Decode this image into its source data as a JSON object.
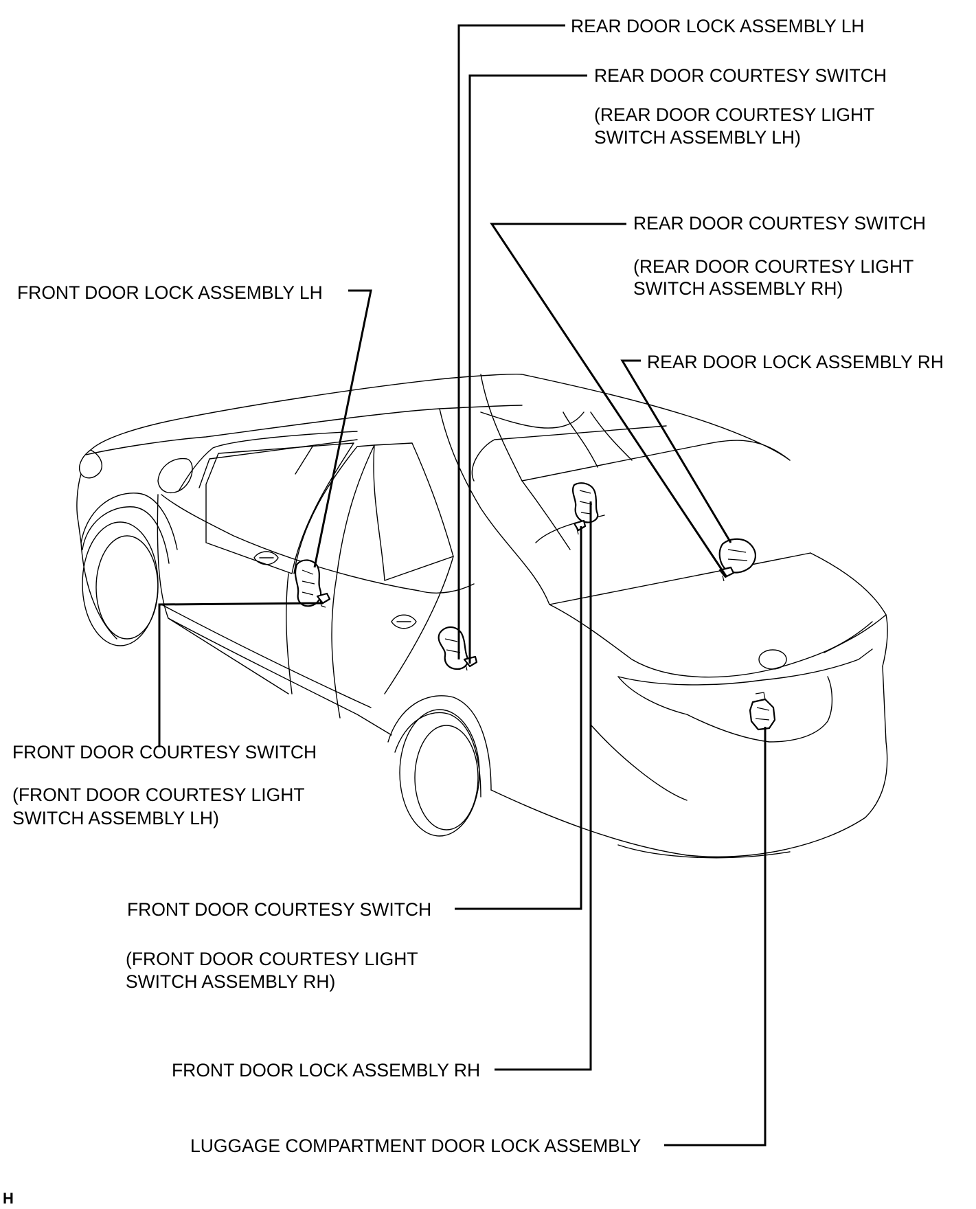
{
  "labels": {
    "rear_lock_lh": "REAR DOOR LOCK ASSEMBLY LH",
    "rear_courtesy_lh": "REAR DOOR COURTESY SWITCH",
    "rear_courtesy_lh_sub1": "(REAR DOOR COURTESY LIGHT",
    "rear_courtesy_lh_sub2": "SWITCH ASSEMBLY LH)",
    "rear_courtesy_rh": "REAR DOOR COURTESY SWITCH",
    "rear_courtesy_rh_sub1": "(REAR DOOR COURTESY LIGHT",
    "rear_courtesy_rh_sub2": "SWITCH ASSEMBLY RH)",
    "front_lock_lh": "FRONT DOOR LOCK ASSEMBLY LH",
    "rear_lock_rh": "REAR DOOR LOCK ASSEMBLY RH",
    "front_courtesy_lh": "FRONT DOOR COURTESY SWITCH",
    "front_courtesy_lh_sub1": "(FRONT DOOR COURTESY LIGHT",
    "front_courtesy_lh_sub2": "SWITCH ASSEMBLY LH)",
    "front_courtesy_rh": "FRONT DOOR COURTESY SWITCH",
    "front_courtesy_rh_sub1": "(FRONT DOOR COURTESY LIGHT",
    "front_courtesy_rh_sub2": "SWITCH ASSEMBLY RH)",
    "front_lock_rh": "FRONT DOOR LOCK ASSEMBLY RH",
    "luggage_lock": "LUGGAGE COMPARTMENT DOOR LOCK ASSEMBLY"
  },
  "figure_code": "H"
}
